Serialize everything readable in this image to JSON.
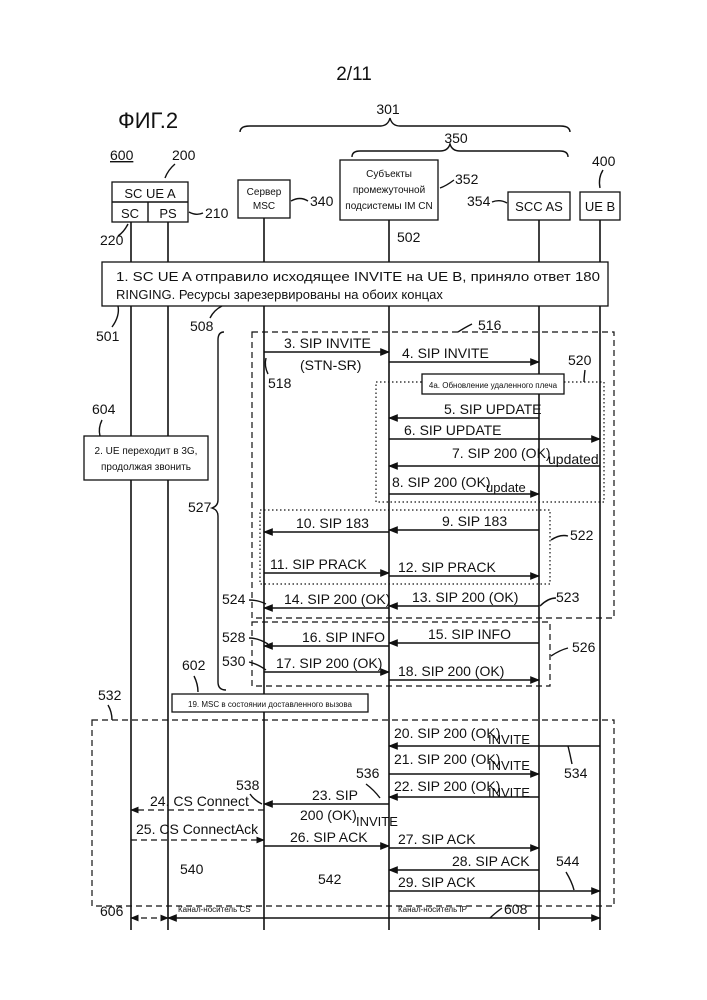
{
  "page_number": "2/11",
  "figure_label": "ФИГ.2",
  "refs": {
    "r301": "301",
    "r350": "350",
    "r600": "600",
    "r200": "200",
    "r400": "400",
    "r352": "352",
    "r340": "340",
    "r354": "354",
    "r210": "210",
    "r220": "220",
    "r502": "502",
    "r501": "501",
    "r508": "508",
    "r516": "516",
    "r518": "518",
    "r520": "520",
    "r604": "604",
    "r527": "527",
    "r522": "522",
    "r524": "524",
    "r523": "523",
    "r528": "528",
    "r530": "530",
    "r526": "526",
    "r602": "602",
    "r532": "532",
    "r534": "534",
    "r536": "536",
    "r538": "538",
    "r540": "540",
    "r542": "542",
    "r544": "544",
    "r606": "606",
    "r608": "608"
  },
  "entities": {
    "sc_ue_a": "SC UE A",
    "sc": "SC",
    "ps": "PS",
    "msc_line1": "Сервер",
    "msc_line2": "MSC",
    "ims_line1": "Субъекты",
    "ims_line2": "промежуточной",
    "ims_line3": "подсистемы IM CN",
    "scc_as": "SCC AS",
    "ue_b": "UE B"
  },
  "notes": {
    "step1_line1": "1. SC UE A отправило исходящее INVITE на UE B, приняло ответ 180",
    "step1_line2": "RINGING. Ресурсы зарезервированы на обоих концах",
    "step2_line1": "2. UE переходит в 3G,",
    "step2_line2": "продолжая звонить",
    "step4a": "4а. Обновление удаленного плеча",
    "step19": "19. MSC в состоянии доставленного вызова"
  },
  "messages": {
    "m3a": "3. SIP INVITE",
    "m3b": "(STN-SR)",
    "m4": "4. SIP INVITE",
    "m5": "5. SIP UPDATE",
    "m6": "6. SIP UPDATE",
    "m7": "7. SIP 200 (OK)",
    "m7sub": "updated",
    "m8": "8. SIP 200 (OK)",
    "m8sub": "update",
    "m9": "9. SIP 183",
    "m10": "10. SIP 183",
    "m11": "11. SIP PRACK",
    "m12": "12. SIP PRACK",
    "m13": "13. SIP 200 (OK)",
    "m14": "14. SIP 200 (OK)",
    "m15": "15. SIP INFO",
    "m16": "16. SIP INFO",
    "m17": "17. SIP 200 (OK)",
    "m18": "18. SIP 200 (OK)",
    "m20": "20. SIP 200 (OK)",
    "m21": "21. SIP 200 (OK)",
    "m22": "22. SIP 200 (OK)",
    "sub_invite": "INVITE",
    "m23a": "23. SIP",
    "m23b": "200 (OK)",
    "m24": "24. CS Connect",
    "m25": "25. CS ConnectAck",
    "m26": "26. SIP ACK",
    "m27": "27. SIP ACK",
    "m28": "28. SIP ACK",
    "m29": "29. SIP ACK"
  },
  "bearers": {
    "cs": "Канал-носитель CS",
    "ip": "Канал-носитель IP"
  }
}
